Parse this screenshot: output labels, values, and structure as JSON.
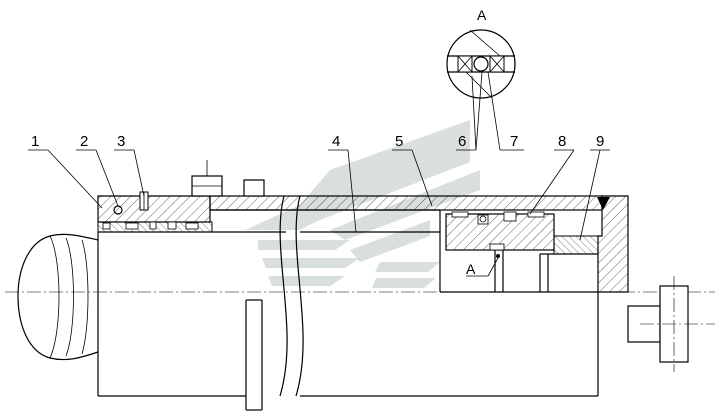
{
  "callouts": [
    {
      "id": "1",
      "text": "1"
    },
    {
      "id": "2",
      "text": "2"
    },
    {
      "id": "3",
      "text": "3"
    },
    {
      "id": "4",
      "text": "4"
    },
    {
      "id": "5",
      "text": "5"
    },
    {
      "id": "6",
      "text": "6"
    },
    {
      "id": "7",
      "text": "7"
    },
    {
      "id": "8",
      "text": "8"
    },
    {
      "id": "9",
      "text": "9"
    }
  ],
  "detail_view_label": "A",
  "section_marker_label": "A",
  "colors": {
    "line": "#000000",
    "hatch": "#000000",
    "watermark": "#b9c3c3",
    "background": "#ffffff"
  },
  "watermark_icon": "company-logo-watermark"
}
